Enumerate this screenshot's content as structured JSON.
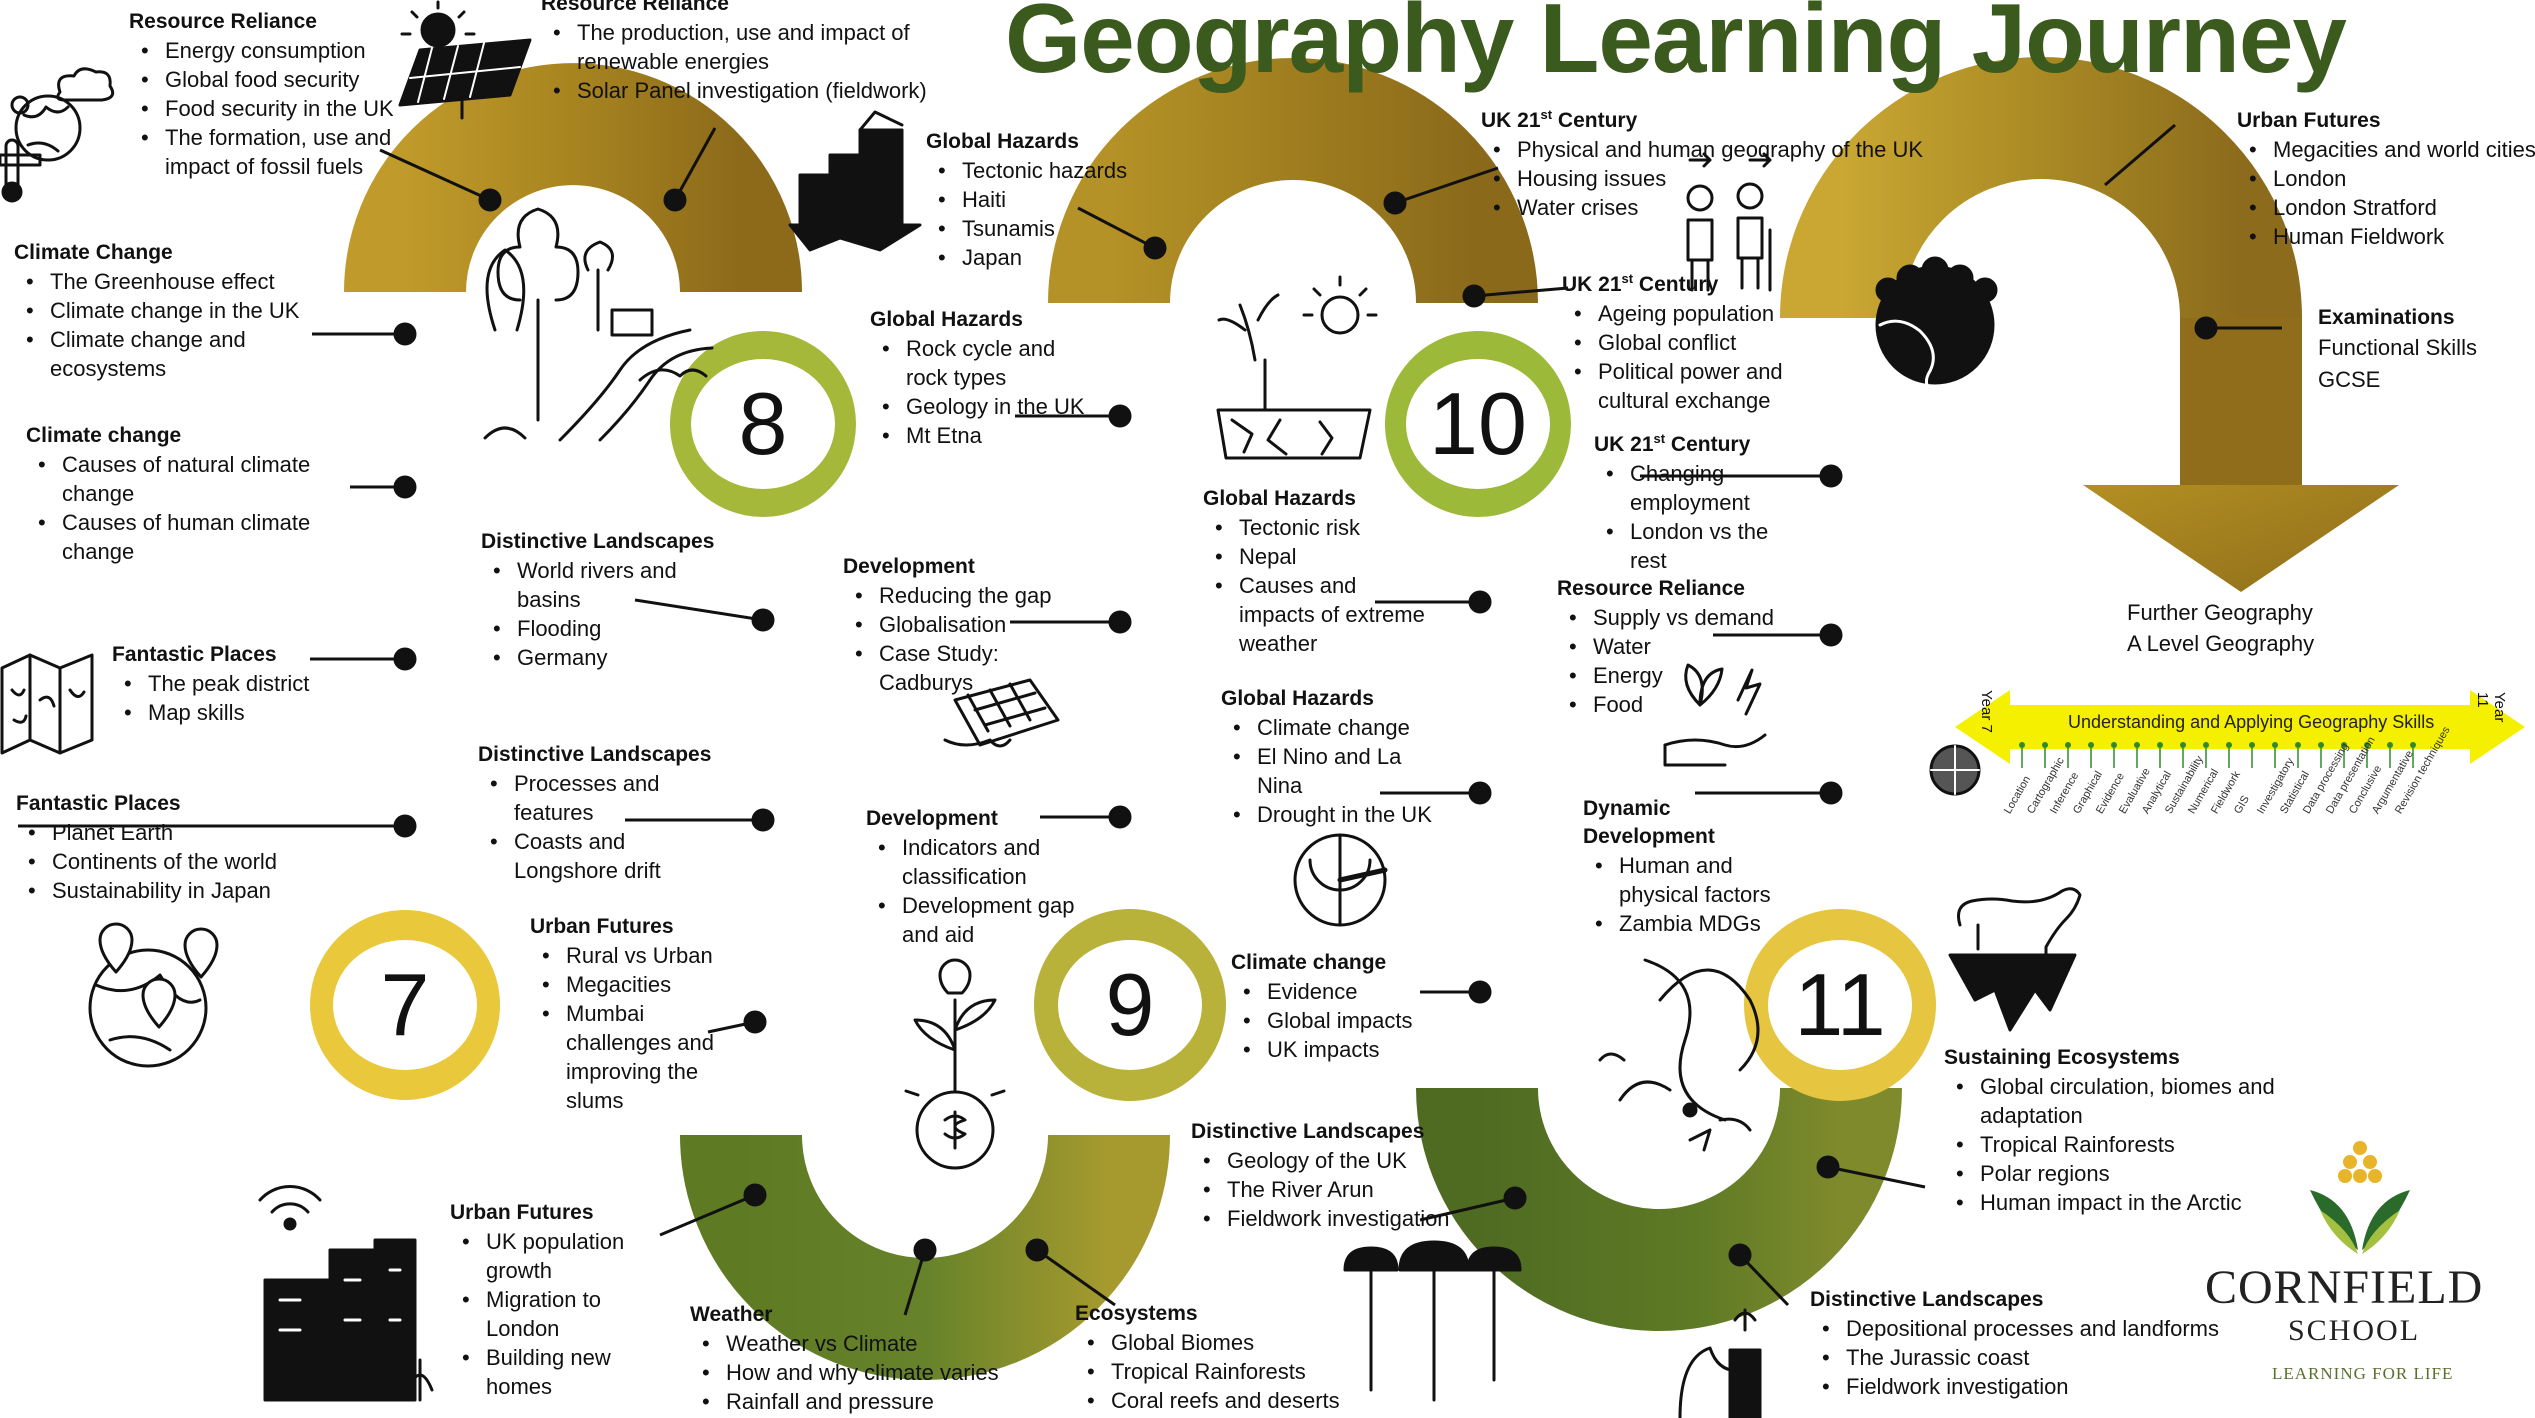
{
  "title": "Geography Learning Journey",
  "years": [
    "7",
    "8",
    "9",
    "10",
    "11"
  ],
  "sections": {
    "y7_fantastic_earth": {
      "heading": "Fantastic Places",
      "items": [
        "Planet Earth",
        "Continents of the world",
        "Sustainability in Japan"
      ]
    },
    "y7_fantastic_peak": {
      "heading": "Fantastic Places",
      "items": [
        "The peak district",
        "Map skills"
      ]
    },
    "y7_climate_causes": {
      "heading": "Climate change",
      "items": [
        "Causes of natural climate change",
        "Causes of human climate change"
      ]
    },
    "y7_climate_change": {
      "heading": "Climate Change",
      "items": [
        "The Greenhouse effect",
        "Climate change in the UK",
        "Climate change and ecosystems"
      ]
    },
    "y7_resource_energy": {
      "heading": "Resource Reliance",
      "items": [
        "Energy consumption",
        "Global food security",
        "Food security in the UK",
        "The formation, use and impact of fossil fuels"
      ]
    },
    "y7_resource_renew": {
      "heading": "Resource Reliance",
      "items": [
        "The production, use and impact of renewable energies",
        "Solar Panel investigation (fieldwork)"
      ]
    },
    "y8_landscape_rivers": {
      "heading": "Distinctive Landscapes",
      "items": [
        "World rivers and basins",
        "Flooding",
        "Germany"
      ]
    },
    "y8_landscape_coasts": {
      "heading": "Distinctive Landscapes",
      "items": [
        "Processes and features",
        "Coasts and Longshore drift"
      ]
    },
    "y8_urban_mumbai": {
      "heading": "Urban Futures",
      "items": [
        "Rural vs Urban",
        "Megacities",
        "Mumbai challenges and improving the slums"
      ]
    },
    "y8_urban_uk": {
      "heading": "Urban Futures",
      "items": [
        "UK population growth",
        "Migration to London",
        "Building new homes"
      ]
    },
    "y8_weather": {
      "heading": "Weather",
      "items": [
        "Weather vs Climate",
        "How and why climate varies",
        "Rainfall and pressure"
      ]
    },
    "y8_ecosystems": {
      "heading": "Ecosystems",
      "items": [
        "Global Biomes",
        "Tropical Rainforests",
        "Coral reefs and deserts"
      ]
    },
    "y8_hazards_tectonic": {
      "heading": "Global Hazards",
      "items": [
        "Tectonic hazards",
        "Haiti",
        "Tsunamis",
        "Japan"
      ]
    },
    "y8_hazards_rock": {
      "heading": "Global Hazards",
      "items": [
        "Rock cycle and rock types",
        "Geology in the UK",
        "Mt Etna"
      ]
    },
    "y9_dev_gap": {
      "heading": "Development",
      "items": [
        "Reducing the gap",
        "Globalisation",
        "Case Study: Cadburys"
      ]
    },
    "y9_dev_indicators": {
      "heading": "Development",
      "items": [
        "Indicators and classification",
        "Development gap and aid"
      ]
    },
    "y9_hazards_nepal": {
      "heading": "Global Hazards",
      "items": [
        "Tectonic risk",
        "Nepal",
        "Causes and impacts of extreme weather"
      ]
    },
    "y9_hazards_climate": {
      "heading": "Global Hazards",
      "items": [
        "Climate change",
        "El Nino and La Nina",
        "Drought in the UK"
      ]
    },
    "y9_climate": {
      "heading": "Climate change",
      "items": [
        "Evidence",
        "Global impacts",
        "UK impacts"
      ]
    },
    "y9_landscape_uk": {
      "heading": "Distinctive Landscapes",
      "items": [
        "Geology of the UK",
        "The River Arun",
        "Fieldwork investigation"
      ]
    },
    "y10_uk21_physical": {
      "heading": "UK 21",
      "sup": "st",
      "heading_tail": " Century",
      "items": [
        "Physical and human geography of the UK",
        "Housing issues",
        "Water crises"
      ]
    },
    "y10_uk21_ageing": {
      "heading": "UK 21",
      "sup": "st",
      "heading_tail": " Century",
      "items": [
        "Ageing population",
        "Global conflict",
        "Political power and cultural exchange"
      ]
    },
    "y10_uk21_employment": {
      "heading": "UK 21",
      "sup": "st",
      "heading_tail": " Century",
      "items": [
        "Changing employment",
        "London vs the rest"
      ]
    },
    "y10_resource": {
      "heading": "Resource Reliance",
      "items": [
        "Supply vs demand",
        "Water",
        "Energy",
        "Food"
      ]
    },
    "y10_dynamic": {
      "heading": "Dynamic Development",
      "items": [
        "Human and physical factors",
        "Zambia MDGs"
      ]
    },
    "y10_landscape_coast": {
      "heading": "Distinctive Landscapes",
      "items": [
        "Depositional processes and landforms",
        "The Jurassic coast",
        "Fieldwork investigation"
      ]
    },
    "y11_sustaining": {
      "heading": "Sustaining Ecosystems",
      "items": [
        "Global circulation, biomes and adaptation",
        "Tropical Rainforests",
        "Polar regions",
        "Human impact in the Arctic"
      ]
    },
    "y11_urban": {
      "heading": "Urban Futures",
      "items": [
        "Megacities and world cities",
        "London",
        "London Stratford",
        "Human Fieldwork"
      ]
    },
    "y11_exams": {
      "heading": "Examinations",
      "lines": [
        "Functional Skills",
        "GCSE"
      ]
    }
  },
  "further": [
    "Further Geography",
    "A Level Geography"
  ],
  "skills_bar": {
    "title": "Understanding and Applying Geography Skills",
    "start": "Year 7",
    "end": "Year 11",
    "skills": [
      "Location",
      "Cartographic",
      "Inference",
      "Graphical",
      "Evidence",
      "Evaluative",
      "Analytical",
      "Sustainability",
      "Numerical",
      "Fieldwork",
      "GIS",
      "Investigatory",
      "Statistical",
      "Data processing",
      "Data presentation",
      "Conclusive",
      "Argumentative",
      "Revision techniques"
    ]
  },
  "logo": {
    "name": "CORNFIELD",
    "school": "SCHOOL",
    "tagline": "LEARNING FOR LIFE"
  },
  "colors": {
    "title": "#3b5a1d",
    "gold": "#a07a1c",
    "yellow": "#f2d24a",
    "green": "#9bbd3b",
    "dark_green": "#4f6b22",
    "skills_bar": "#f4f000"
  }
}
